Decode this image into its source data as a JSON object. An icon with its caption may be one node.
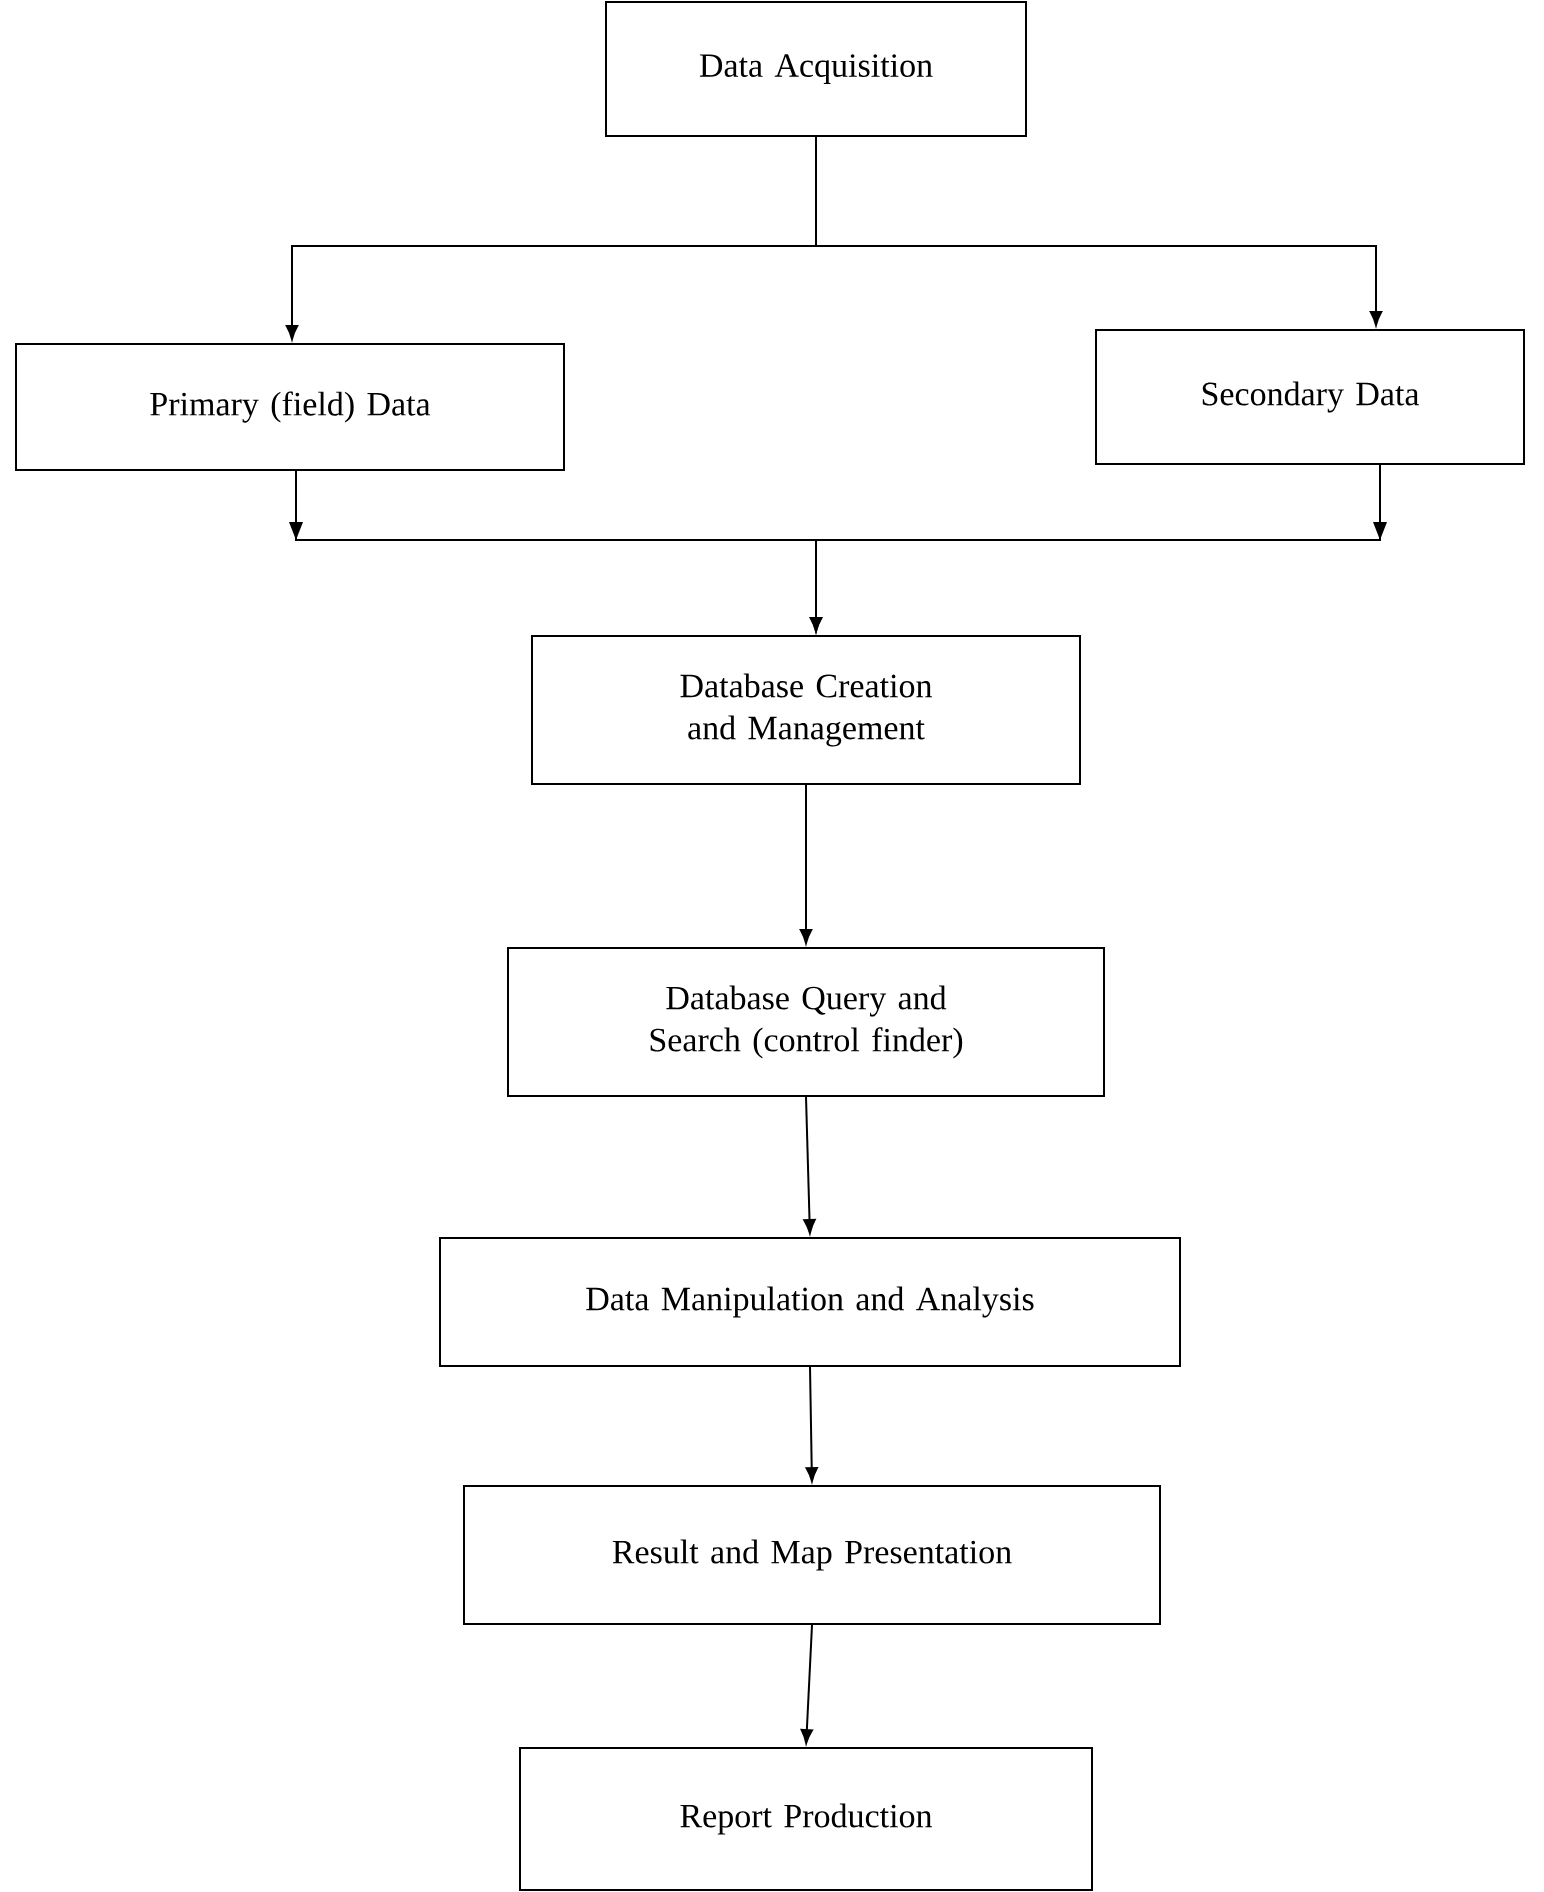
{
  "diagram": {
    "nodes": [
      {
        "text": [
          "Data Acquisition"
        ]
      },
      {
        "text": [
          "Primary (field) Data"
        ]
      },
      {
        "text": [
          "Secondary Data"
        ]
      },
      {
        "text": [
          "Database Creation and Management"
        ]
      },
      {
        "text": [
          "Database Query and Search (control finder)"
        ]
      },
      {
        "text": [
          "Data Manipulation and Analysis"
        ]
      },
      {
        "text": [
          "Result and Map Presentation"
        ]
      },
      {
        "text": [
          "Report Production"
        ]
      }
    ],
    "edges": [
      {
        "from": 0,
        "to": 1,
        "arrow": "to"
      },
      {
        "from": 0,
        "to": 2,
        "arrow": "to"
      },
      {
        "from": 1,
        "to": 3,
        "arrow": "to"
      },
      {
        "from": 2,
        "to": 3,
        "arrow": "to"
      },
      {
        "from": 3,
        "to": 4,
        "arrow": "to"
      },
      {
        "from": 4,
        "to": 5,
        "arrow": "to"
      },
      {
        "from": 5,
        "to": 6,
        "arrow": "to"
      },
      {
        "from": 6,
        "to": 7,
        "arrow": "to"
      }
    ]
  }
}
